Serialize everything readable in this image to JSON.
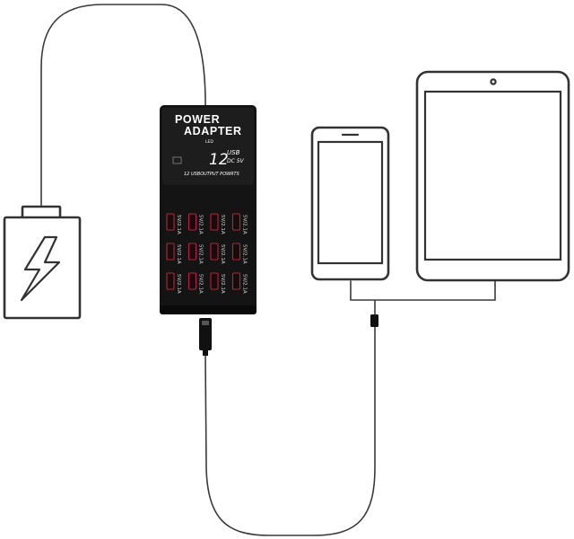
{
  "adapter": {
    "title_line1": "POWER",
    "title_line2": "ADAPTER",
    "led_label": "LED",
    "display_digits": "12",
    "display_unit_top": "USB",
    "display_unit_bottom": "DC 5V",
    "ports_caption": "12 USBOUTPUT POWRTS",
    "port_label": "5V/2.1A",
    "port_count": 12,
    "body_color": "#141414",
    "port_accent_color": "#b0263c"
  },
  "battery": {
    "icon": "battery-bolt-icon"
  },
  "phone": {
    "icon": "smartphone-outline-icon"
  },
  "tablet": {
    "icon": "tablet-outline-icon"
  },
  "cable_color": "#3a3a3a"
}
